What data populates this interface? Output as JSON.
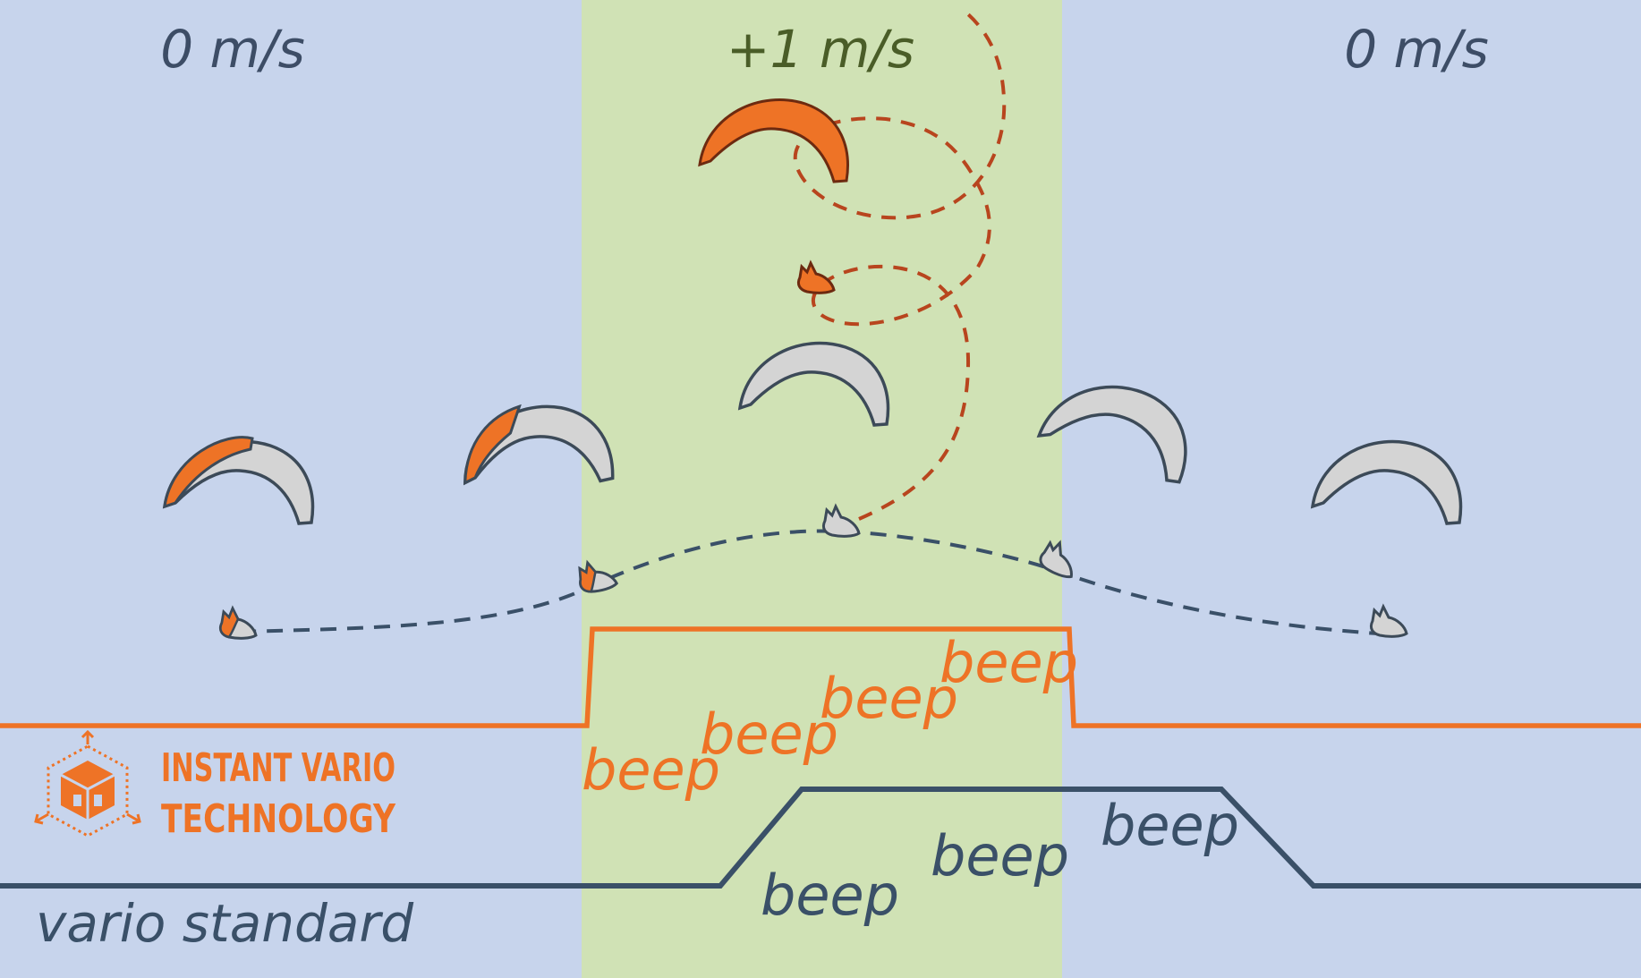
{
  "zones": {
    "left": {
      "label": "0 m/s",
      "color": "#c7d4ec"
    },
    "center": {
      "label": "+1 m/s",
      "color": "#d0e2b5"
    },
    "right": {
      "label": "0 m/s",
      "color": "#c7d4ec"
    }
  },
  "colors": {
    "instant": "#ee7326",
    "standard": "#3a5068",
    "thermal_path": "#b8451e",
    "wing_gray": "#d4d4d4",
    "outline": "#3c4a58",
    "zone_label_neutral": "#3d4d66",
    "zone_label_lift": "#4a5d28"
  },
  "instant_beeps": [
    "beep",
    "beep",
    "beep",
    "beep"
  ],
  "standard_beeps": [
    "beep",
    "beep",
    "beep"
  ],
  "logo": {
    "line1": "INSTANT VARIO",
    "line2": "TECHNOLOGY",
    "icon": "cube-with-arrows-icon"
  },
  "standard_label": "vario standard"
}
